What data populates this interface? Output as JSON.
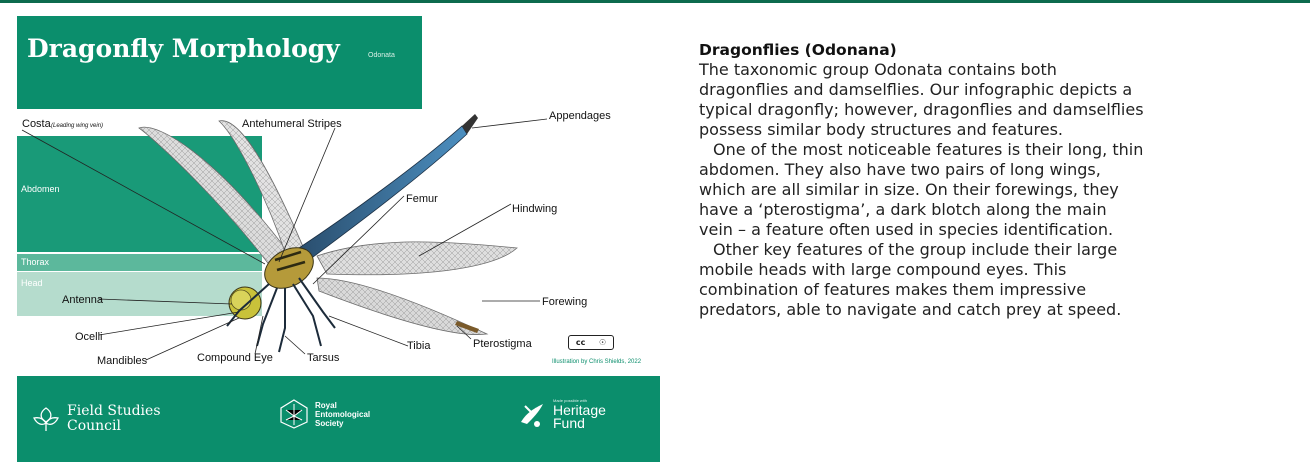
{
  "infographic": {
    "title": "Dragonfly Morphology",
    "title_sub": "Odonata",
    "bands": {
      "abdomen": "Abdomen",
      "thorax": "Thorax",
      "head": "Head"
    },
    "labels": {
      "costa": "Costa",
      "costa_note": "(Leading wing vein)",
      "antehumeral": "Antehumeral Stripes",
      "appendages": "Appendages",
      "femur": "Femur",
      "hindwing": "Hindwing",
      "forewing": "Forewing",
      "antenna": "Antenna",
      "ocelli": "Ocelli",
      "mandibles": "Mandibles",
      "compound_eye": "Compound Eye",
      "tarsus": "Tarsus",
      "tibia": "Tibia",
      "pterostigma": "Pterostigma"
    },
    "cc_badge": {
      "cc": "cc",
      "by": "☉"
    },
    "credit": "Illustration by Chris Shields, 2022",
    "logos": {
      "fsc_line1": "Field Studies",
      "fsc_line2": "Council",
      "res_line1": "Royal",
      "res_line2": "Entomological",
      "res_line3": "Society",
      "hf_small": "Made possible with",
      "hf_line1": "Heritage",
      "hf_line2": "Fund"
    },
    "colors": {
      "brand_green": "#0b8e6c",
      "abdomen_band": "#199a78",
      "thorax_band": "#5cb89c",
      "head_band": "#b5dccd"
    }
  },
  "article": {
    "heading": "Dragonflies (Odonana)",
    "p1": [
      "The taxonomic group Odonata contains both",
      "dragonflies and damselflies. Our infographic depicts a",
      "typical dragonfly; however, dragonflies and damselflies",
      "possess similar body structures and features."
    ],
    "p2": [
      "One of the most noticeable features is their long, thin",
      "abdomen. They also have two pairs of long wings,",
      "which are all similar in size. On their forewings, they",
      "have a ‘pterostigma’, a dark blotch along the main",
      "vein – a feature often used in species identification."
    ],
    "p3": [
      "Other key features of the group include their large",
      "mobile heads with large compound eyes. This",
      "combination of features makes them impressive",
      "predators, able to navigate and catch prey at speed."
    ]
  }
}
